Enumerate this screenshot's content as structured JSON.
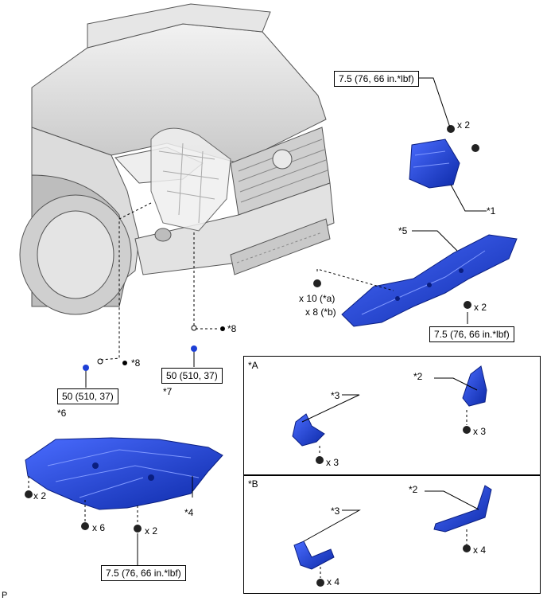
{
  "torque": {
    "t1": "7.5 (76, 66 in.*lbf)",
    "t2": "7.5 (76, 66 in.*lbf)",
    "t3": "50 (510, 37)",
    "t4": "50 (510, 37)",
    "t5": "7.5 (76, 66 in.*lbf)"
  },
  "parts": {
    "p1": "*1",
    "p5": "*5",
    "p7": "*7",
    "p6": "*6",
    "p4": "*4",
    "p8a": "*8",
    "p8b": "*8",
    "pA2": "*2",
    "pA3": "*3",
    "pB2": "*2",
    "pB3": "*3"
  },
  "qty": {
    "q_top": "x 2",
    "q_x10": "x 10 (*a)",
    "q_x8": "x 8 (*b)",
    "q_r2": "x 2",
    "q_u_left": "x 2",
    "q_u_mid6": "x 6",
    "q_u_mid2": "x 2",
    "qA3a": "x 3",
    "qA3b": "x 3",
    "qB4a": "x 4",
    "qB4b": "x 4"
  },
  "panels": {
    "a": "*A",
    "b": "*B"
  },
  "footer": "P",
  "colors": {
    "part_blue": "#1d3fd6",
    "car_gray": "#d9d9d9",
    "outline": "#555555"
  }
}
